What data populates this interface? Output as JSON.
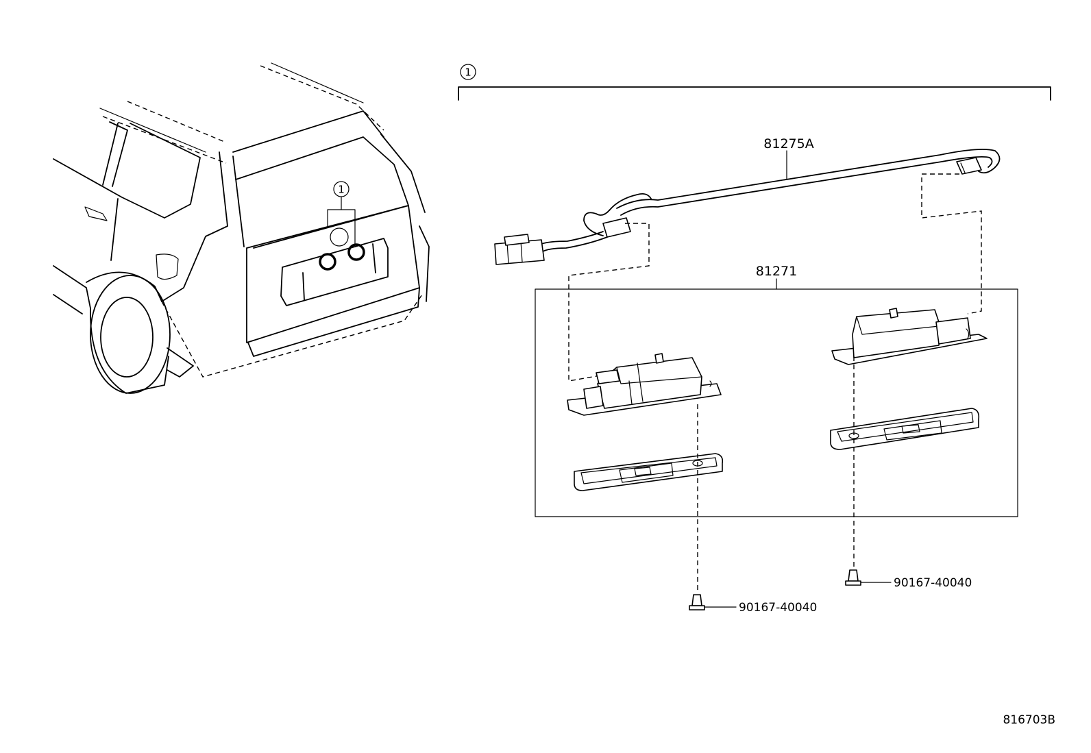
{
  "labels": {
    "callout": "1",
    "harness": "81275A",
    "lamp_assy": "81271",
    "screw_left": "90167-40040",
    "screw_right": "90167-40040",
    "figure_id": "816703B"
  }
}
